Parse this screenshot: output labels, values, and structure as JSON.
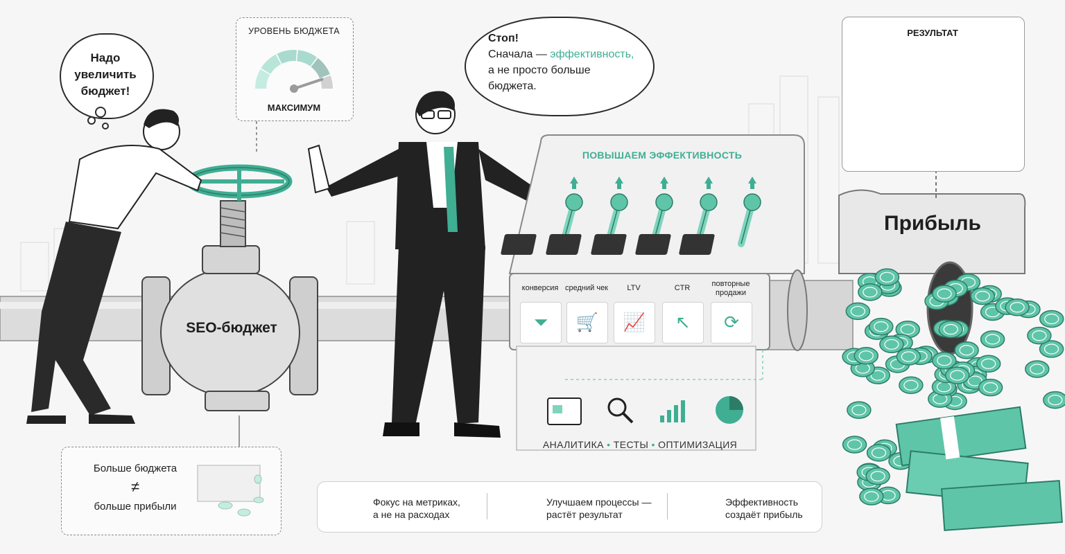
{
  "speech_left": [
    "Надо",
    "увеличить",
    "бюджет!"
  ],
  "gauge": {
    "title": "УРОВЕНЬ БЮДЖЕТА",
    "status": "МАКСИМУМ",
    "icon": "budget-gauge-icon"
  },
  "speech_right": {
    "line1": "Стоп!",
    "line2_prefix": "Сначала — ",
    "line2_highlight": "эффективность,",
    "line3": "а не просто больше",
    "line4": "бюджета."
  },
  "result_panel": {
    "title": "РЕЗУЛЬТАТ",
    "icon": "rising-bar-chart-icon"
  },
  "control_panel": {
    "title": "ПОВЫШАЕМ ЭФФЕКТИВНОСТЬ",
    "metrics": [
      {
        "label": "конверсия",
        "icon": "funnel-icon"
      },
      {
        "label": "средний чек",
        "icon": "shopping-cart-icon"
      },
      {
        "label": "LTV",
        "icon": "user-growth-icon"
      },
      {
        "label": "CTR",
        "icon": "cursor-click-icon"
      },
      {
        "label": "повторные продажи",
        "icon": "repeat-arrows-icon"
      }
    ]
  },
  "valve_label": "SEO-бюджет",
  "profit_label": "Прибыль",
  "tools": {
    "caption_parts": [
      "АНАЛИТИКА",
      "ТЕСТЫ",
      "ОПТИМИЗАЦИЯ"
    ],
    "icons": [
      "dashboard-icon",
      "magnifier-icon",
      "bar-chart-icon",
      "pie-chart-icon"
    ]
  },
  "inequality": {
    "top": "Больше бюджета",
    "symbol": "≠",
    "bottom": "больше прибыли"
  },
  "summary": [
    {
      "line1": "Фокус на метриках,",
      "line2": "а не на расходах",
      "icon": "target-icon"
    },
    {
      "line1": "Улучшаем процессы —",
      "line2": "растёт результат",
      "icon": "team-icon"
    },
    {
      "line1": "Эффективность",
      "line2": "создаёт прибыль",
      "icon": "growth-chart-icon"
    }
  ],
  "colors": {
    "accent": "#3fae93",
    "accent_light": "#7fd4bd",
    "ink": "#1e1e1e",
    "pipe": "#d9d9d9",
    "background": "#f6f6f6"
  }
}
